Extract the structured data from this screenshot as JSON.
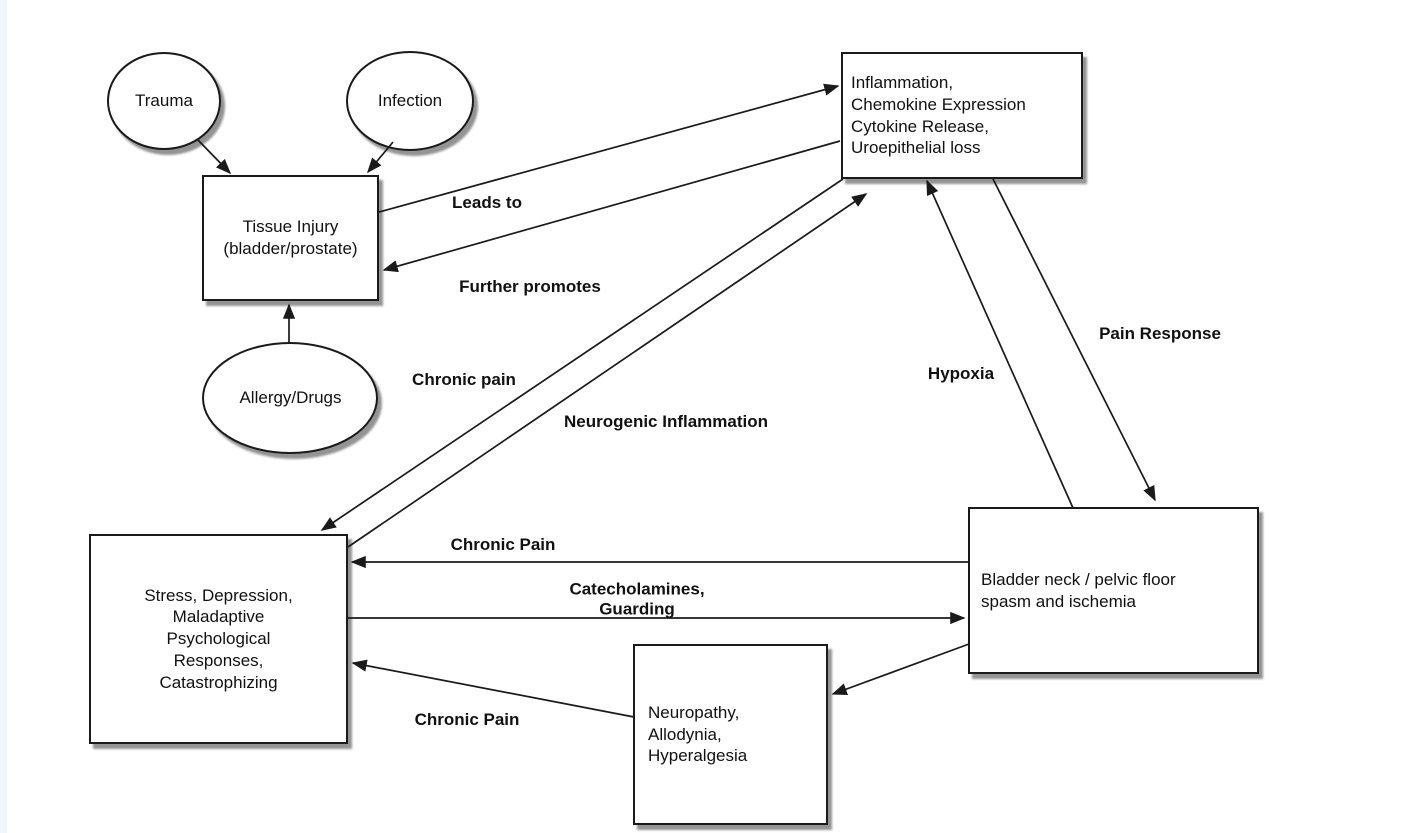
{
  "colors": {
    "page_bg": "#ffffff",
    "left_strip": "#eef6fd",
    "ink": "#111111",
    "line": "#1a1a1a",
    "node_fill": "#ffffff",
    "shadow": "rgba(40,40,40,0.5)"
  },
  "nodes": {
    "trauma": {
      "shape": "ellipse",
      "label": "Trauma"
    },
    "infection": {
      "shape": "ellipse",
      "label": "Infection"
    },
    "allergy_drugs": {
      "shape": "ellipse",
      "label": "Allergy/Drugs"
    },
    "tissue_injury": {
      "shape": "rect",
      "label": "Tissue Injury\n(bladder/prostate)"
    },
    "inflammation": {
      "shape": "rect",
      "label": "Inflammation,\nChemokine Expression\nCytokine Release,\nUroepithelial loss"
    },
    "stress": {
      "shape": "rect",
      "label": "Stress, Depression,\nMaladaptive\nPsychological\nResponses,\nCatastrophizing"
    },
    "bladder": {
      "shape": "rect",
      "label": "Bladder neck / pelvic floor\nspasm and ischemia"
    },
    "neuropathy": {
      "shape": "rect",
      "label": "Neuropathy,\nAllodynia,\nHyperalgesia"
    }
  },
  "edge_labels": {
    "leads_to": "Leads to",
    "further_promotes": "Further promotes",
    "chronic_pain_to_stress": "Chronic pain",
    "neurogenic_inflammation": "Neurogenic Inflammation",
    "hypoxia": "Hypoxia",
    "pain_response": "Pain Response",
    "chronic_pain_from_bladder": "Chronic Pain",
    "catecholamines_guarding": "Catecholamines,\nGuarding",
    "chronic_pain_from_neuropathy": "Chronic Pain"
  },
  "edges": [
    {
      "from": "trauma",
      "to": "tissue_injury",
      "label": ""
    },
    {
      "from": "infection",
      "to": "tissue_injury",
      "label": ""
    },
    {
      "from": "allergy_drugs",
      "to": "tissue_injury",
      "label": ""
    },
    {
      "from": "tissue_injury",
      "to": "inflammation",
      "label": "Leads to"
    },
    {
      "from": "inflammation",
      "to": "tissue_injury",
      "label": "Further promotes"
    },
    {
      "from": "inflammation",
      "to": "stress",
      "label": "Chronic pain"
    },
    {
      "from": "stress",
      "to": "inflammation",
      "label": "Neurogenic Inflammation"
    },
    {
      "from": "bladder",
      "to": "inflammation",
      "label": "Hypoxia"
    },
    {
      "from": "inflammation",
      "to": "bladder",
      "label": "Pain Response"
    },
    {
      "from": "bladder",
      "to": "stress",
      "label": "Chronic Pain"
    },
    {
      "from": "stress",
      "to": "bladder",
      "label": "Catecholamines,\nGuarding"
    },
    {
      "from": "bladder",
      "to": "neuropathy",
      "label": ""
    },
    {
      "from": "neuropathy",
      "to": "stress",
      "label": "Chronic Pain"
    }
  ]
}
